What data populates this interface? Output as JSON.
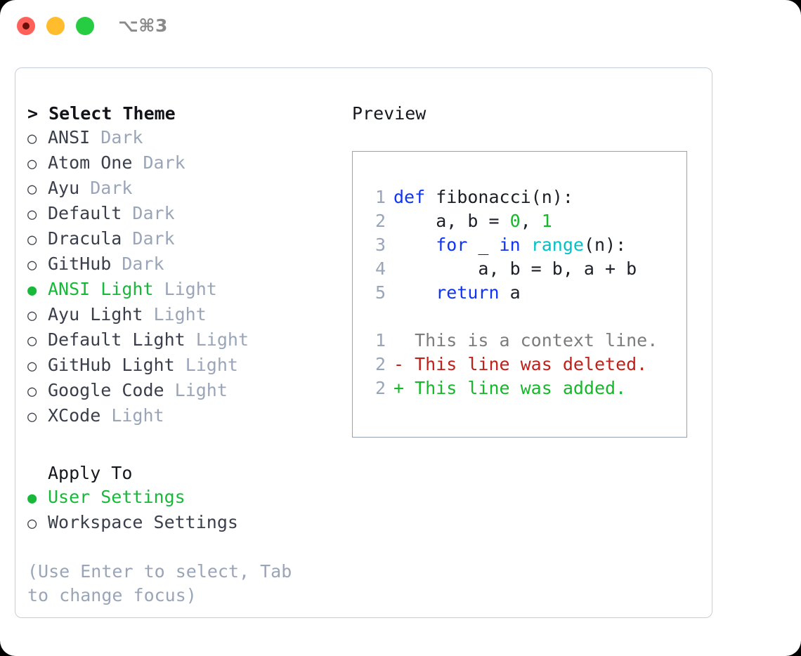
{
  "titlebar": {
    "shortcut": "⌥⌘3",
    "lights": [
      "close-red",
      "minimize-yellow",
      "maximize-green"
    ]
  },
  "theme_list": {
    "header": "> Select Theme",
    "items": [
      {
        "bullet": "○",
        "selected": false,
        "name": "ANSI",
        "suffix": "Dark"
      },
      {
        "bullet": "○",
        "selected": false,
        "name": "Atom One",
        "suffix": "Dark"
      },
      {
        "bullet": "○",
        "selected": false,
        "name": "Ayu",
        "suffix": "Dark"
      },
      {
        "bullet": "○",
        "selected": false,
        "name": "Default",
        "suffix": "Dark"
      },
      {
        "bullet": "○",
        "selected": false,
        "name": "Dracula",
        "suffix": "Dark"
      },
      {
        "bullet": "○",
        "selected": false,
        "name": "GitHub",
        "suffix": "Dark"
      },
      {
        "bullet": "●",
        "selected": true,
        "name": "ANSI Light",
        "suffix": "Light"
      },
      {
        "bullet": "○",
        "selected": false,
        "name": "Ayu Light",
        "suffix": "Light"
      },
      {
        "bullet": "○",
        "selected": false,
        "name": "Default Light",
        "suffix": "Light"
      },
      {
        "bullet": "○",
        "selected": false,
        "name": "GitHub Light",
        "suffix": "Light"
      },
      {
        "bullet": "○",
        "selected": false,
        "name": "Google Code",
        "suffix": "Light"
      },
      {
        "bullet": "○",
        "selected": false,
        "name": "XCode",
        "suffix": "Light"
      }
    ]
  },
  "apply_to": {
    "label": "Apply To",
    "items": [
      {
        "bullet": "●",
        "selected": true,
        "name": "User Settings"
      },
      {
        "bullet": "○",
        "selected": false,
        "name": "Workspace Settings"
      }
    ]
  },
  "hint": "(Use Enter to select, Tab to change focus)",
  "preview": {
    "header": "Preview",
    "code": [
      {
        "num": "1",
        "parts": [
          {
            "t": "def ",
            "c": "kw"
          },
          {
            "t": "fibonacci(n):",
            "c": "id"
          }
        ]
      },
      {
        "num": "2",
        "parts": [
          {
            "t": "    a, b = ",
            "c": "id"
          },
          {
            "t": "0",
            "c": "num"
          },
          {
            "t": ", ",
            "c": "id"
          },
          {
            "t": "1",
            "c": "num"
          }
        ]
      },
      {
        "num": "3",
        "parts": [
          {
            "t": "    ",
            "c": "id"
          },
          {
            "t": "for",
            "c": "kw"
          },
          {
            "t": " _ ",
            "c": "id"
          },
          {
            "t": "in",
            "c": "kw"
          },
          {
            "t": " ",
            "c": "id"
          },
          {
            "t": "range",
            "c": "fn"
          },
          {
            "t": "(n):",
            "c": "id"
          }
        ]
      },
      {
        "num": "4",
        "parts": [
          {
            "t": "        a, b = b, a + b",
            "c": "id"
          }
        ]
      },
      {
        "num": "5",
        "parts": [
          {
            "t": "    ",
            "c": "id"
          },
          {
            "t": "return",
            "c": "kw"
          },
          {
            "t": " a",
            "c": "id"
          }
        ]
      }
    ],
    "diff": [
      {
        "num": "1",
        "marker": "  ",
        "text": "This is a context line.",
        "kind": "ctx"
      },
      {
        "num": "2",
        "marker": "- ",
        "text": "This line was deleted.",
        "kind": "del"
      },
      {
        "num": "2",
        "marker": "+ ",
        "text": "This line was added.",
        "kind": "add"
      }
    ]
  },
  "colors": {
    "accent_green": "#18b83a",
    "muted": "#9aa5b8",
    "text": "#3a3f4b",
    "keyword": "#1034f5",
    "function": "#00c2c7",
    "number": "#16b82a",
    "diff_deleted": "#c0201a",
    "diff_added": "#16b82a",
    "panel_border": "#c7cdd6",
    "preview_border": "#97a3b4"
  }
}
